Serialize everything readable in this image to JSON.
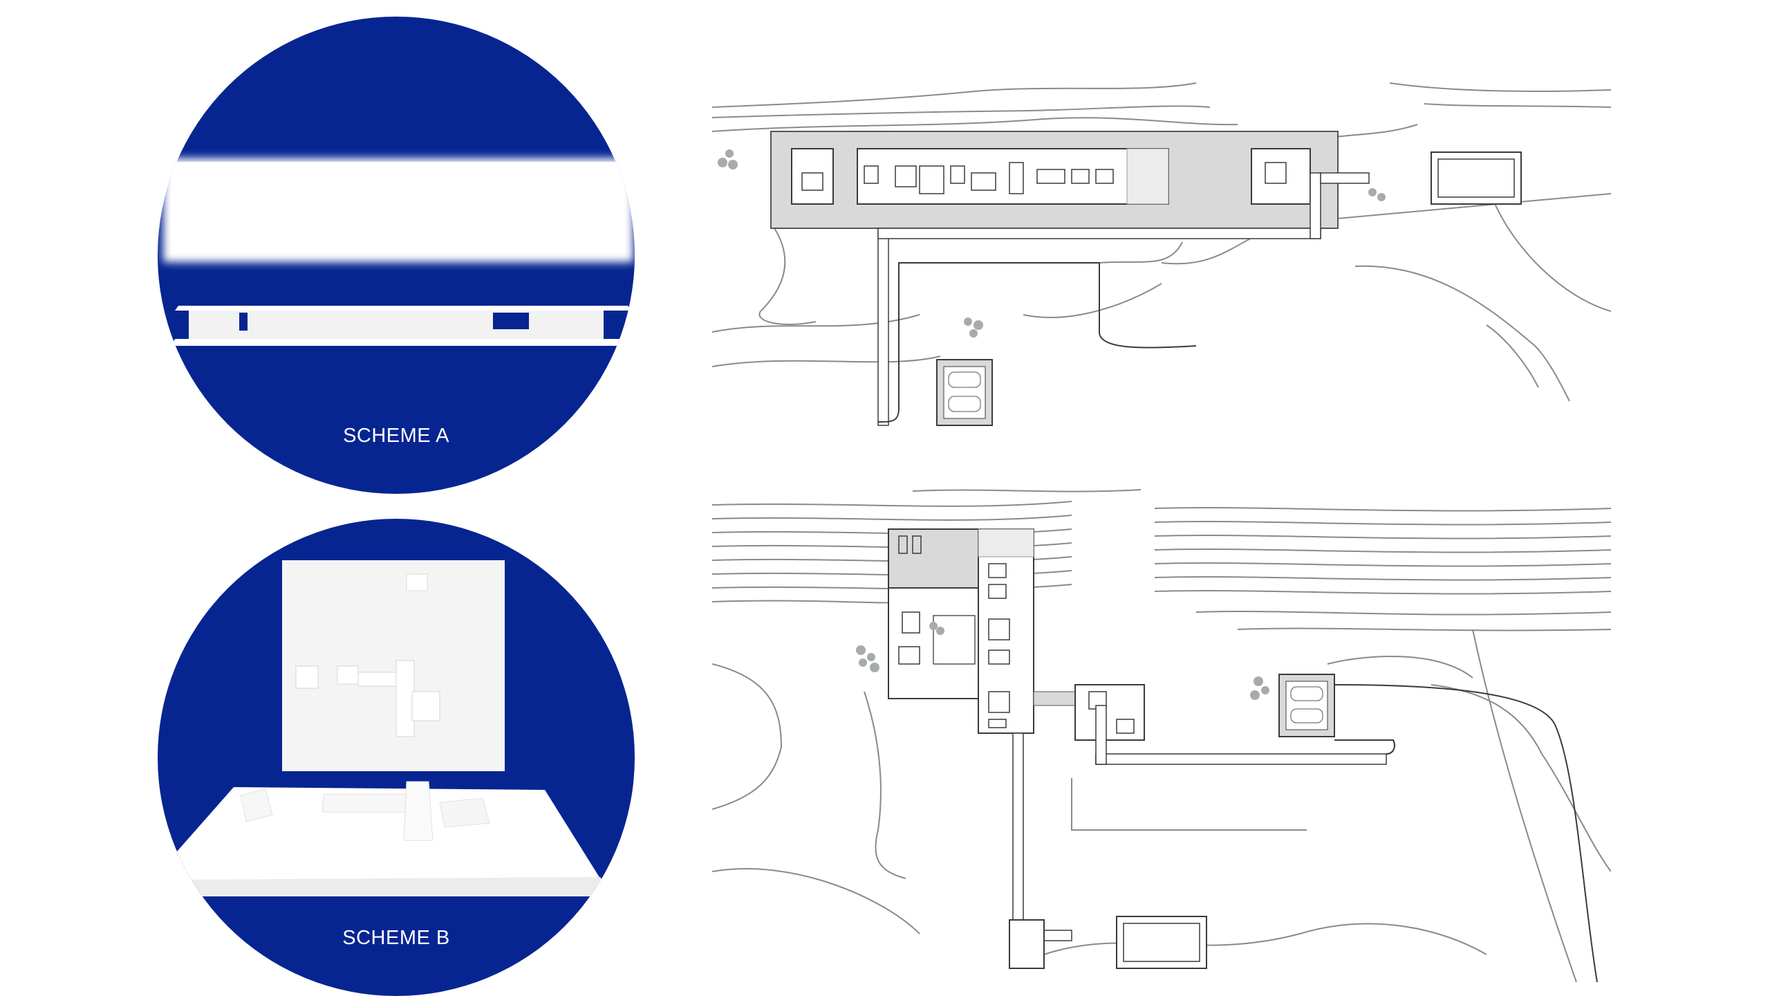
{
  "schemes": [
    {
      "id": "a",
      "label": "SCHEME A"
    },
    {
      "id": "b",
      "label": "SCHEME B"
    }
  ],
  "colors": {
    "circle_fill": "#062591",
    "model_white": "#ffffff",
    "plan_line": "#7d7d7d",
    "plan_dark": "#3a3a3a",
    "plan_fill": "#d9d9d9",
    "tree": "#a7acaa"
  }
}
